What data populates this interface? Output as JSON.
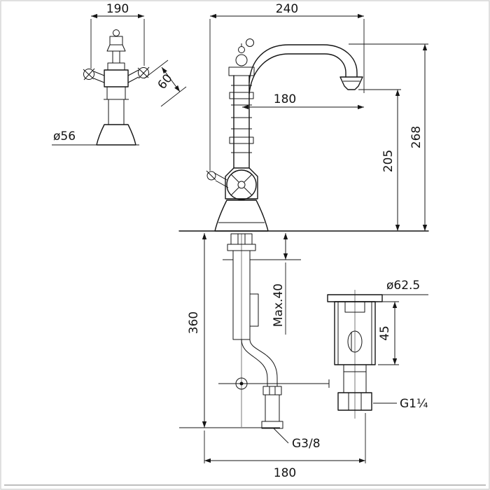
{
  "drawing": {
    "dimensions": {
      "front_width": "190",
      "base_diameter": "ø56",
      "handle_offset": "60",
      "overall_reach": "240",
      "spout_reach": "180",
      "overall_height": "268",
      "spout_height": "205",
      "below_deck_depth": "360",
      "max_deck_thickness": "Max.40",
      "drain_flange_diameter": "ø62.5",
      "drain_body_height": "45",
      "drain_thread": "G1¼",
      "supply_thread": "G3/8",
      "center_spacing": "180"
    }
  }
}
